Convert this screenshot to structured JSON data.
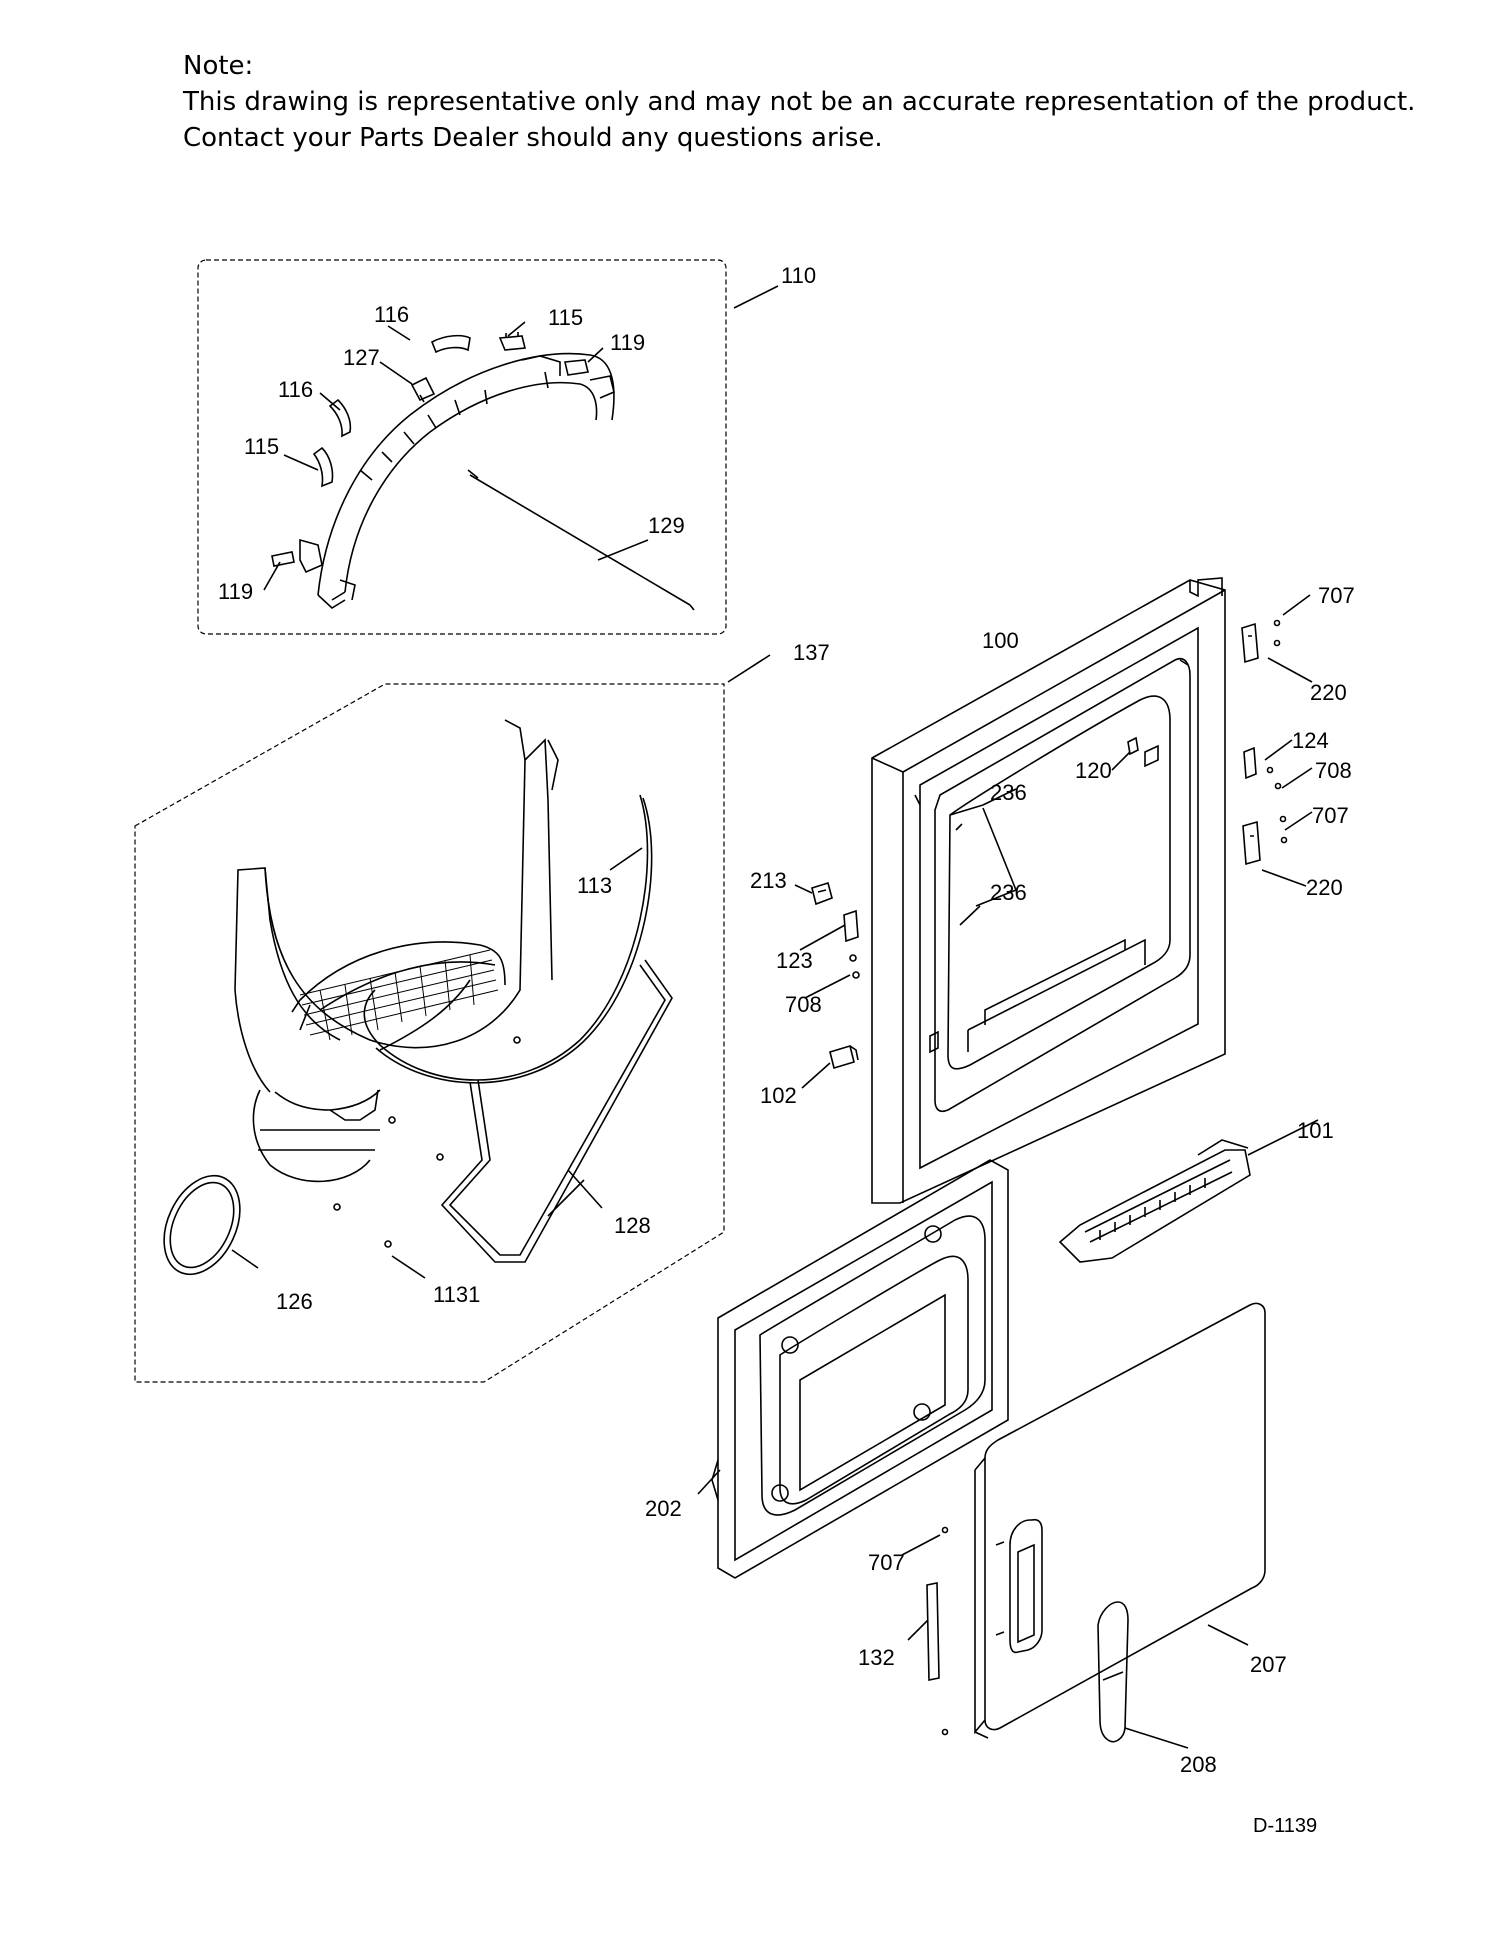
{
  "note": {
    "heading": "Note:",
    "line1": "This drawing is representative only and may not be an accurate representation of the product.",
    "line2": "Contact your Parts Dealer should any questions arise."
  },
  "drawing_id": "D-1139",
  "labels": {
    "l110": "110",
    "l116a": "116",
    "l115a": "115",
    "l119a": "119",
    "l127": "127",
    "l116b": "116",
    "l115b": "115",
    "l129": "129",
    "l119b": "119",
    "l137": "137",
    "l100": "100",
    "l707a": "707",
    "l220a": "220",
    "l124": "124",
    "l708a": "708",
    "l707b": "707",
    "l220b": "220",
    "l120": "120",
    "l236a": "236",
    "l236b": "236",
    "l213": "213",
    "l123": "123",
    "l708b": "708",
    "l102": "102",
    "l113": "113",
    "l128": "128",
    "l126": "126",
    "l1131": "1131",
    "l101": "101",
    "l202": "202",
    "l707c": "707",
    "l132": "132",
    "l207": "207",
    "l208": "208"
  }
}
